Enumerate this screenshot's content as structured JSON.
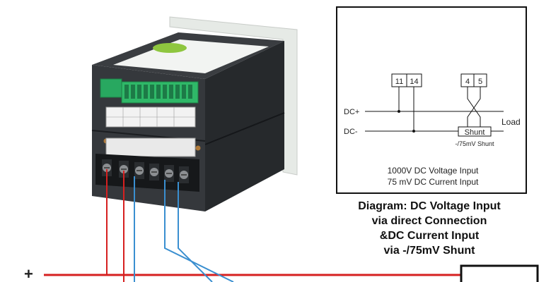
{
  "inset": {
    "terminal_group_voltage": [
      "11",
      "14"
    ],
    "terminal_group_current": [
      "4",
      "5"
    ],
    "dc_plus_label": "DC+",
    "dc_minus_label": "DC-",
    "load_label": "Load",
    "shunt_label": "Shunt",
    "shunt_rating": "-/75mV Shunt",
    "voltage_input": "1000V DC Voltage Input",
    "current_input": "75 mV DC Current Input"
  },
  "caption_lines": [
    "Diagram: DC Voltage Input",
    "via direct Connection",
    "&DC Current Input",
    "via -/75mV Shunt"
  ],
  "wiring": {
    "plus_label": "+"
  },
  "colors": {
    "wire_red": "#d62020",
    "wire_blue": "#3a8fd0",
    "housing": "#2f3236",
    "connector_green": "#28a860",
    "panel_white": "#ecefec"
  }
}
